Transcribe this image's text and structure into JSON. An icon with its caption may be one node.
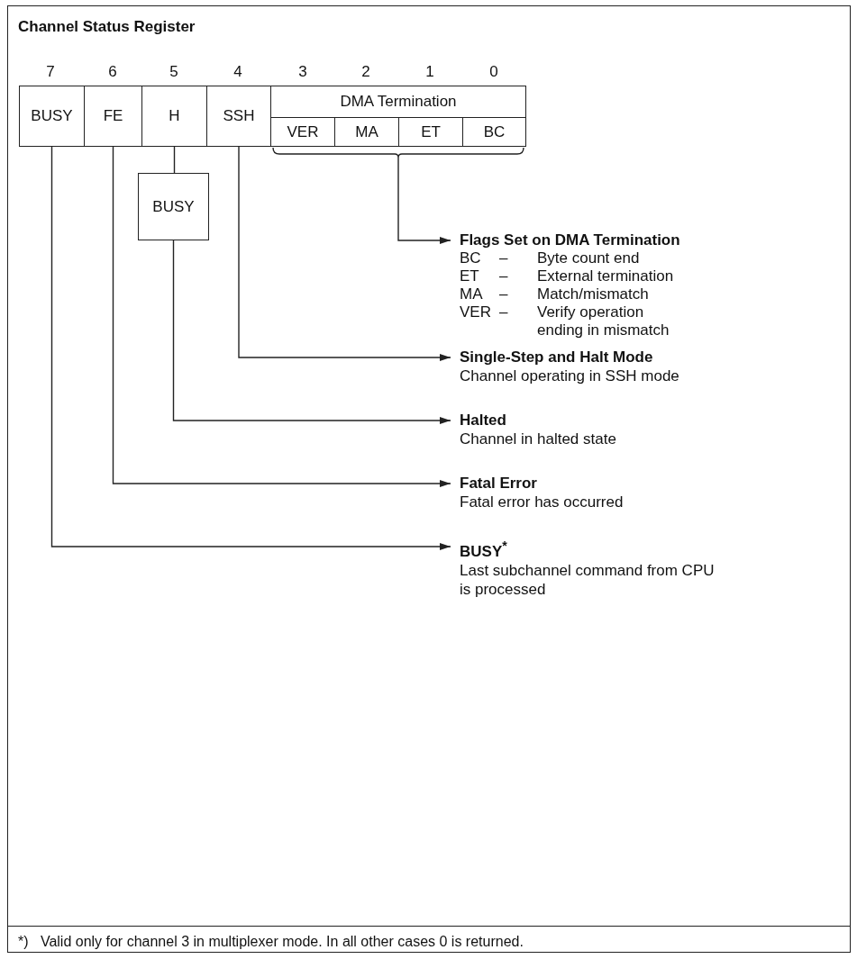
{
  "diagram": {
    "title": "Channel Status Register",
    "caption": "*)   Valid only for channel 3 in multiplexer mode. In all other cases 0 is returned.",
    "nodes": [
      {
        "text": [
          "BUSY"
        ]
      },
      {
        "text": [
          "FE"
        ]
      },
      {
        "text": [
          "H"
        ]
      },
      {
        "text": [
          "SSH"
        ]
      },
      {
        "text": [
          "DMA Termination"
        ]
      },
      {
        "text": [
          "VER"
        ]
      },
      {
        "text": [
          "MA"
        ]
      },
      {
        "text": [
          "ET"
        ]
      },
      {
        "text": [
          "BC"
        ]
      },
      {
        "text": [
          "BUSY"
        ]
      },
      {
        "text": [
          "Flags Set on DMA Termination",
          "BC",
          "–",
          "Byte count end",
          "ET",
          "–",
          "External termination",
          "MA",
          "–",
          "Match/mismatch",
          "VER",
          "–",
          "Verify operation ending in mismatch"
        ]
      },
      {
        "text": [
          "Single-Step and Halt Mode",
          "Channel operating in SSH mode"
        ]
      },
      {
        "text": [
          "Halted",
          "Channel in halted state"
        ]
      },
      {
        "text": [
          "Fatal Error",
          "Fatal error has occurred"
        ]
      },
      {
        "text": [
          "BUSY$^{*}$",
          "Last subchannel command from CPU is processed"
        ]
      }
    ],
    "edges": [
      {
        "from": 5,
        "to": 10,
        "arrow": "to"
      },
      {
        "from": 6,
        "to": 10,
        "arrow": "to"
      },
      {
        "from": 7,
        "to": 10,
        "arrow": "to"
      },
      {
        "from": 8,
        "to": 10,
        "arrow": "to"
      },
      {
        "from": 3,
        "to": 11,
        "arrow": "to"
      },
      {
        "from": 2,
        "to": 9,
        "arrow": "none"
      },
      {
        "from": 9,
        "to": 12,
        "arrow": "to"
      },
      {
        "from": 1,
        "to": 13,
        "arrow": "to"
      },
      {
        "from": 0,
        "to": 14,
        "arrow": "to"
      }
    ],
    "labels": [
      "7",
      "6",
      "5",
      "4",
      "3",
      "2",
      "1",
      "0"
    ]
  }
}
